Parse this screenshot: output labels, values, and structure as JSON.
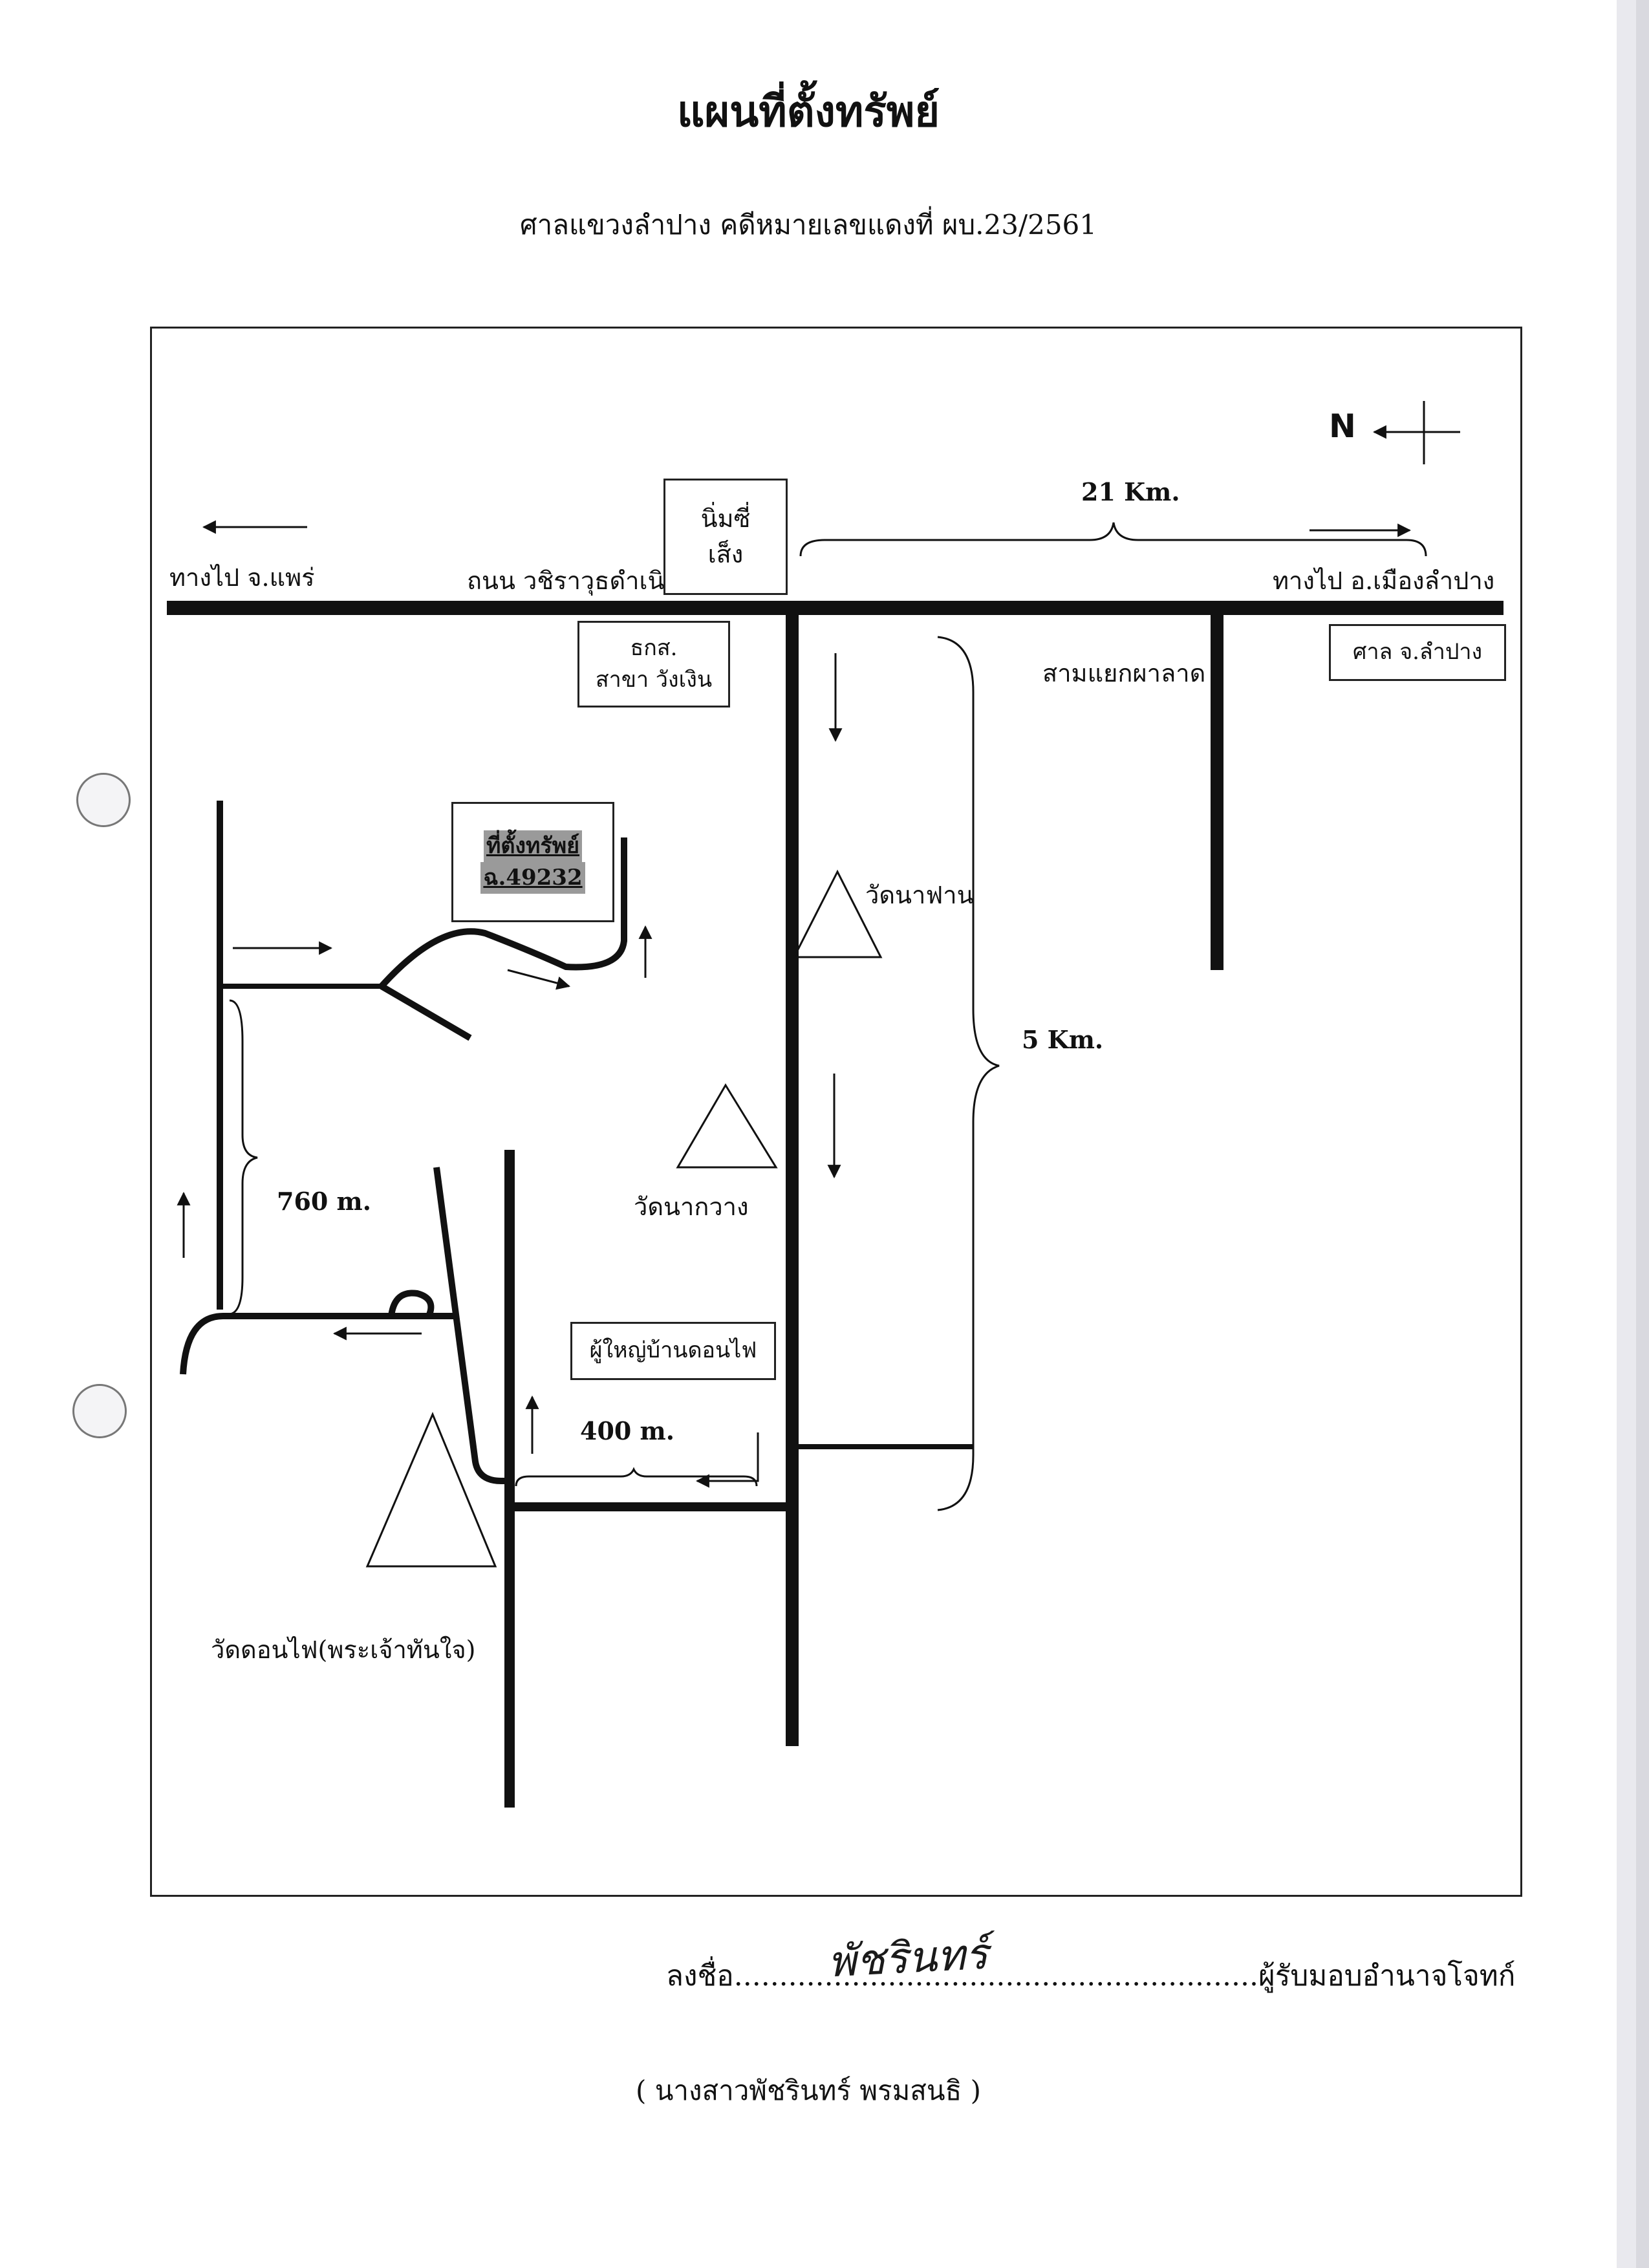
{
  "title": "แผนที่ตั้งทรัพย์",
  "subtitle": "ศาลแขวงลำปาง คดีหมายเลขแดงที่ ผบ.23/2561",
  "map": {
    "north_label": "N",
    "to_phrae": "ทางไป จ.แพร่",
    "road_name": "ถนน วชิราวุธดำเนิน",
    "to_lampang": "ทางไป อ.เมืองลำปาง",
    "nimsee_line1": "นิ่มซี่",
    "nimsee_line2": "เส็ง",
    "distance_21km": "21 Km.",
    "baac_line1": "ธกส.",
    "baac_line2": "สาขา วังเงิน",
    "court_box": "ศาล จ.ลำปาง",
    "intersection": "สามแยกผาลาด",
    "property_line1": "ที่ตั้งทรัพย์",
    "property_line2": "ฉ.49232",
    "wat_nafan": "วัดนาฟาน",
    "distance_5km": "5 Km.",
    "wat_nakwang": "วัดนากวาง",
    "distance_760m": "760 m.",
    "village_head": "ผู้ใหญ่บ้านดอนไฟ",
    "distance_400m": "400 m.",
    "wat_donfai": "วัดดอนไฟ(พระเจ้าทันใจ)"
  },
  "signature": {
    "prefix": "ลงชื่อ",
    "dots": "..........................................................",
    "suffix": "ผู้รับมอบอำนาจโจทก์",
    "handwritten": "พัชรินทร์",
    "printed_name": "( นางสาวพัชรินทร์  พรมสนธิ )"
  }
}
